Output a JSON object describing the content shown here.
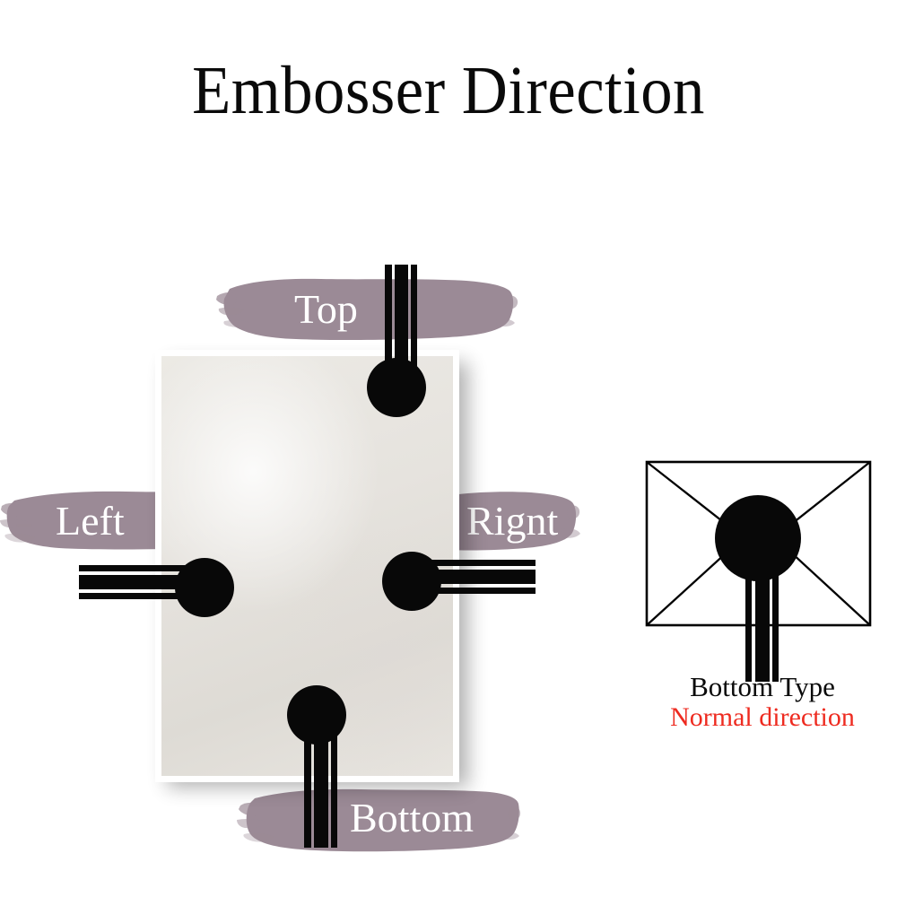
{
  "page": {
    "title": "Embosser Direction",
    "background_color": "#ffffff"
  },
  "colors": {
    "brush_stroke": "#9b8a96",
    "embosser_black": "#080808",
    "paper_cream": "#e8e5e0",
    "caption_red": "#ee2b20",
    "text_black": "#0a0a0a",
    "label_white": "#ffffff"
  },
  "diagram": {
    "heading": "Embosser Direction",
    "paper": {
      "name": "textured-paper-card"
    },
    "directions": [
      {
        "id": "top",
        "label": "Top",
        "brush_color": "#9b8a96",
        "handle_orientation": "vertical-from-top"
      },
      {
        "id": "left",
        "label": "Left",
        "brush_color": "#9b8a96",
        "handle_orientation": "horizontal-from-left"
      },
      {
        "id": "right",
        "label": "Rignt",
        "brush_color": "#9b8a96",
        "handle_orientation": "horizontal-from-right"
      },
      {
        "id": "bottom",
        "label": "Bottom",
        "brush_color": "#9b8a96",
        "handle_orientation": "vertical-from-bottom"
      }
    ]
  },
  "envelope_example": {
    "caption_primary": "Bottom Type",
    "caption_secondary": "Normal direction",
    "caption_secondary_color": "#ee2b20",
    "shape": "envelope-outline-with-x-flaps"
  }
}
